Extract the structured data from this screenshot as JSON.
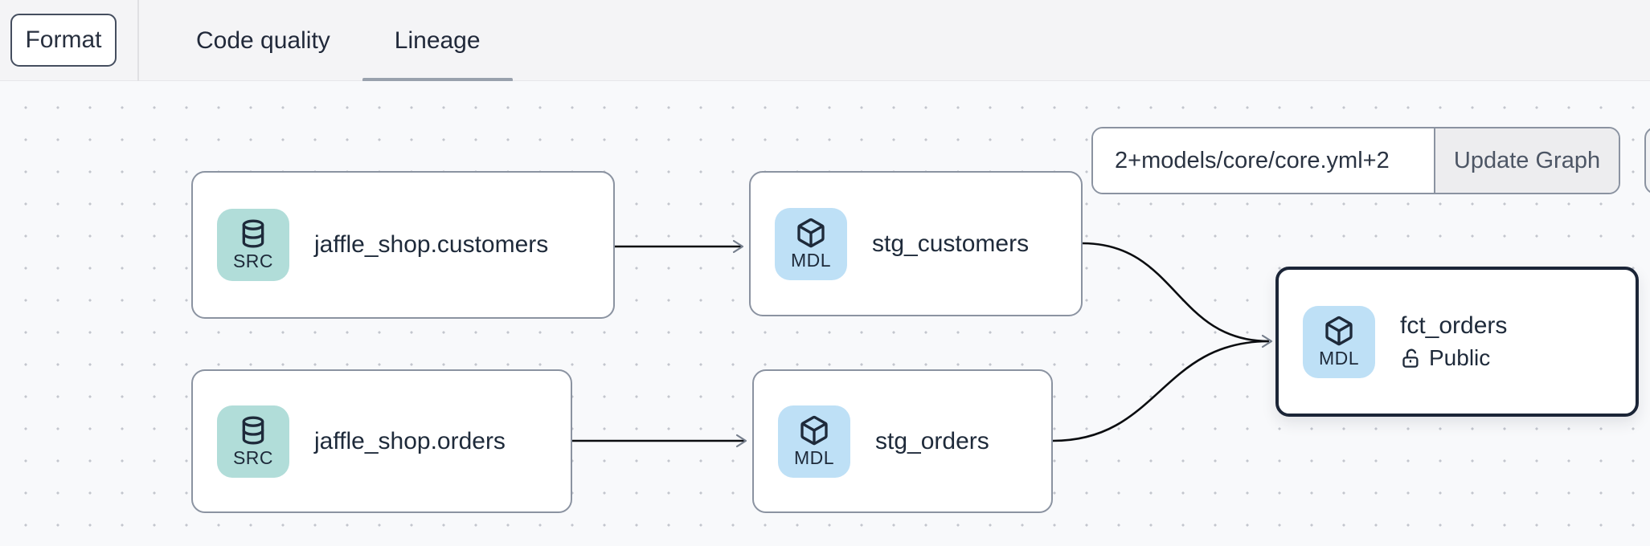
{
  "toolbar": {
    "format_label": "Format",
    "tabs": [
      {
        "label": "Code quality",
        "active": false
      },
      {
        "label": "Lineage",
        "active": true
      }
    ]
  },
  "graph_controls": {
    "selector_value": "2+models/core/core.yml+2",
    "update_button_label": "Update Graph"
  },
  "lineage_graph": {
    "nodes": [
      {
        "id": "source.jaffle_shop.customers",
        "badge": "SRC",
        "badge_icon": "database-icon",
        "label": "jaffle_shop.customers",
        "type": "source",
        "selected": false
      },
      {
        "id": "model.stg_customers",
        "badge": "MDL",
        "badge_icon": "package-icon",
        "label": "stg_customers",
        "type": "model",
        "selected": false
      },
      {
        "id": "source.jaffle_shop.orders",
        "badge": "SRC",
        "badge_icon": "database-icon",
        "label": "jaffle_shop.orders",
        "type": "source",
        "selected": false
      },
      {
        "id": "model.stg_orders",
        "badge": "MDL",
        "badge_icon": "package-icon",
        "label": "stg_orders",
        "type": "model",
        "selected": false
      },
      {
        "id": "model.fct_orders",
        "badge": "MDL",
        "badge_icon": "package-icon",
        "label": "fct_orders",
        "type": "model",
        "access": "Public",
        "access_icon": "unlock-icon",
        "selected": true
      }
    ],
    "edges": [
      {
        "from": "jaffle_shop.customers",
        "to": "stg_customers"
      },
      {
        "from": "jaffle_shop.orders",
        "to": "stg_orders"
      },
      {
        "from": "stg_customers",
        "to": "fct_orders"
      },
      {
        "from": "stg_orders",
        "to": "fct_orders"
      }
    ]
  },
  "colors": {
    "source_badge": "#b1ddd9",
    "model_badge": "#bee0f6",
    "node_border": "#8b93a1",
    "selected_node_border": "#1b2537",
    "edge": "#0b0d10",
    "active_tab_underline": "#99a1ad",
    "text": "#1e2a3a",
    "topbar_background": "#f4f4f6",
    "canvas_background": "#f8f9fb"
  }
}
